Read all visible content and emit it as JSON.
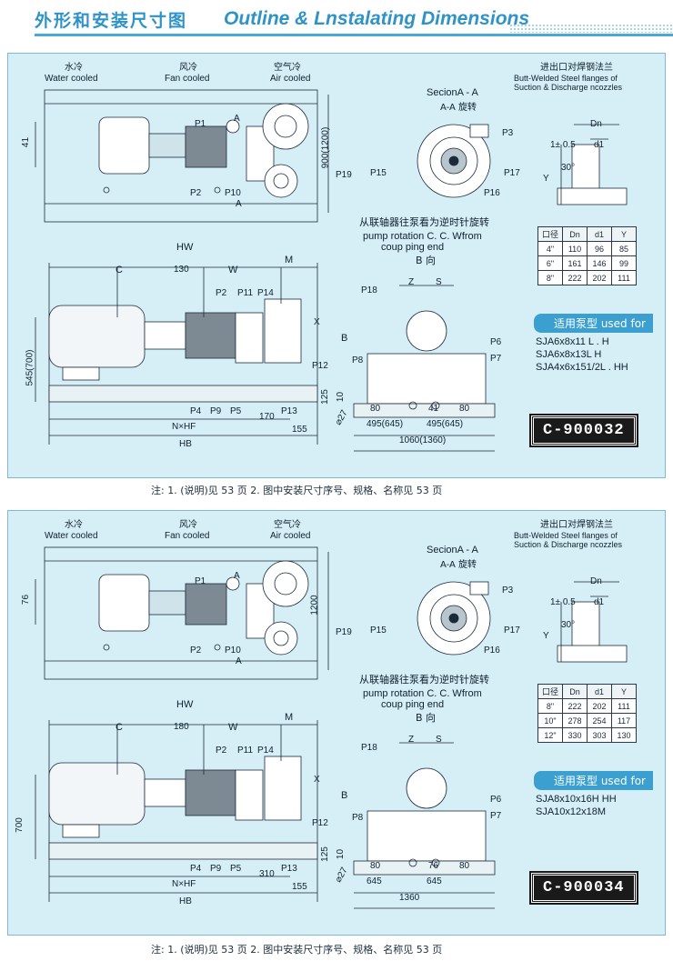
{
  "header": {
    "title_cn": "外形和安装尺寸图",
    "title_en": "Outline & Lnstalating Dimensions"
  },
  "common_labels": {
    "water_cn": "水冷",
    "water_en": "Water cooled",
    "fan_cn": "风冷",
    "fan_en": "Fan cooled",
    "air_cn": "空气冷",
    "air_en": "Air cooled",
    "section": "SecionA - A",
    "section_cn": "A-A 旋转",
    "flange_cn": "进出口对焊钢法兰",
    "flange_en_1": "Butt-Welded Steel flanges of",
    "flange_en_2": "Suction & Discharge ncozzles",
    "rotation_cn": "从联轴器往泵看为逆时针旋转",
    "rotation_en_1": "pump rotation C. C. Wfrom",
    "rotation_en_2": "coup ping end",
    "b_view": "B 向",
    "used_for": "适用泵型 used for",
    "dn": "Dn",
    "d1": "d1",
    "y": "Y",
    "tol": "1± 0.5",
    "angle": "30°",
    "hw": "HW",
    "c": "C",
    "w": "W",
    "m": "M",
    "hb": "HB",
    "nhf": "N×HF",
    "a": "A",
    "b": "B",
    "x": "X",
    "z": "Z",
    "s": "S",
    "p1": "P1",
    "p2": "P2",
    "p3": "P3",
    "p4": "P4",
    "p5": "P5",
    "p6": "P6",
    "p7": "P7",
    "p8": "P8",
    "p9": "P9",
    "p10": "P10",
    "p11": "P11",
    "p12": "P12",
    "p13": "P13",
    "p14": "P14",
    "p15": "P15",
    "p16": "P16",
    "p17": "P17",
    "p18": "P18",
    "p19": "P19",
    "d125": "125",
    "d10": "10",
    "d80": "80",
    "d155": "155",
    "d27": "⌀27"
  },
  "note": "注: 1. (说明)见 53 页   2. 图中安装尺寸序号、规格、名称见 53 页",
  "panels": [
    {
      "dim_41": "41",
      "dim_900": "900(1200)",
      "dim_130": "130",
      "dim_545": "545(700)",
      "dim_170": "170",
      "dim_41b": "41",
      "dim_495a": "495(645)",
      "dim_495b": "495(645)",
      "dim_1060": "1060(1360)",
      "table": {
        "headers": [
          "口径",
          "Dn",
          "d1",
          "Y"
        ],
        "rows": [
          [
            "4\"",
            "110",
            "96",
            "85"
          ],
          [
            "6\"",
            "161",
            "146",
            "99"
          ],
          [
            "8\"",
            "222",
            "202",
            "111"
          ]
        ]
      },
      "models": [
        "SJA6x8x11 L . H",
        "SJA6x8x13L H",
        "SJA4x6x151/2L . HH"
      ],
      "code": "C-900032"
    },
    {
      "dim_41": "76",
      "dim_900": "1200",
      "dim_130": "180",
      "dim_545": "700",
      "dim_170": "310",
      "dim_41b": "76",
      "dim_495a": "645",
      "dim_495b": "645",
      "dim_1060": "1360",
      "table": {
        "headers": [
          "口径",
          "Dn",
          "d1",
          "Y"
        ],
        "rows": [
          [
            "8\"",
            "222",
            "202",
            "111"
          ],
          [
            "10\"",
            "278",
            "254",
            "117"
          ],
          [
            "12\"",
            "330",
            "303",
            "130"
          ]
        ]
      },
      "models": [
        "SJA8x10x16H   HH",
        "SJA10x12x18M"
      ],
      "code": "C-900034"
    }
  ]
}
